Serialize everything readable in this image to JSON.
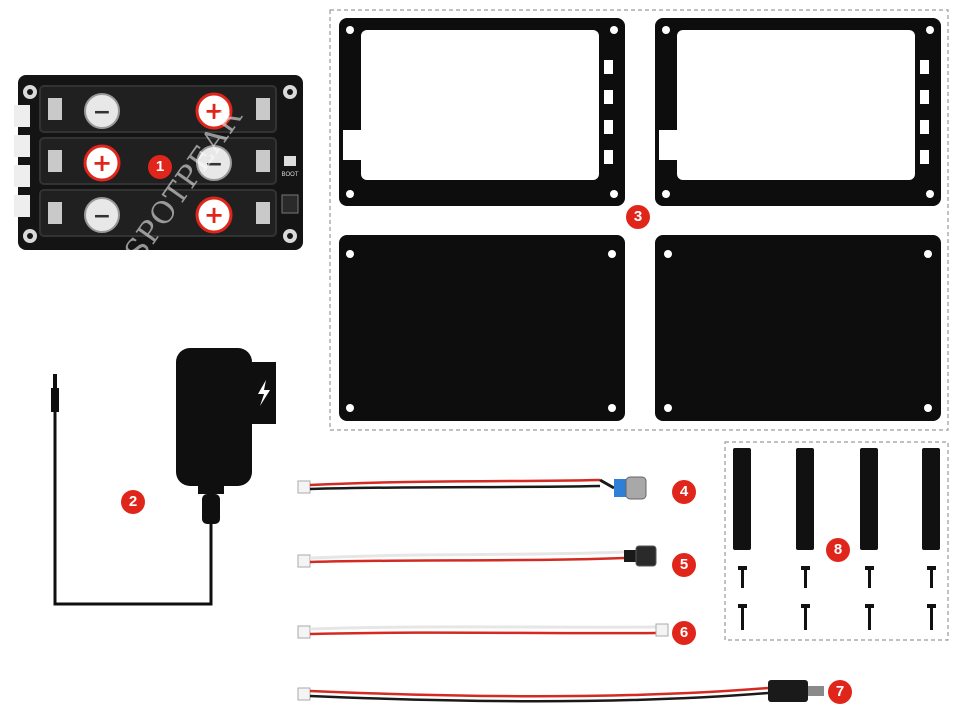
{
  "items": [
    {
      "number": "1",
      "part": "battery-holder-board"
    },
    {
      "number": "2",
      "part": "power-adapter"
    },
    {
      "number": "3",
      "part": "acrylic-case-plates"
    },
    {
      "number": "4",
      "part": "metal-switch-cable"
    },
    {
      "number": "5",
      "part": "dc-jack-cable"
    },
    {
      "number": "6",
      "part": "connector-cable"
    },
    {
      "number": "7",
      "part": "usb-connector-cable"
    },
    {
      "number": "8",
      "part": "standoffs-and-screws"
    }
  ],
  "board": {
    "polarity_plus": "+",
    "polarity_minus": "−",
    "boot_label": "BOOT",
    "watermark": "SPOTPEAR"
  },
  "colors": {
    "badge": "#e0261b",
    "plate": "#0d0d0d",
    "wire_red": "#d42a24",
    "wire_black": "#1a1a1a",
    "wire_white": "#f2f2f2",
    "dashed_border": "#9a9a9a"
  }
}
